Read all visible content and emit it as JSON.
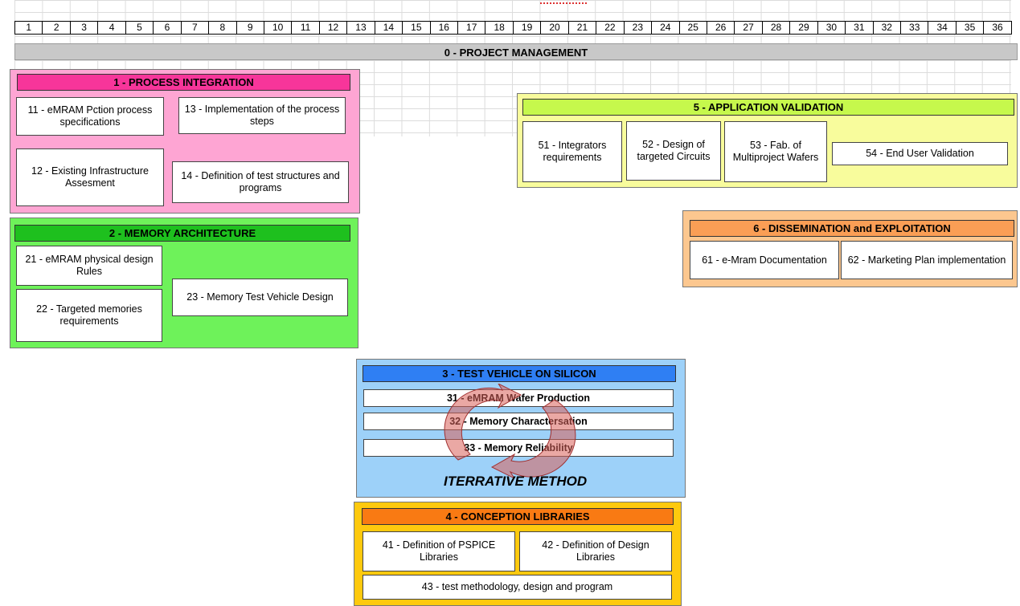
{
  "timeline": {
    "months": [
      "1",
      "2",
      "3",
      "4",
      "5",
      "6",
      "7",
      "8",
      "9",
      "10",
      "11",
      "12",
      "13",
      "14",
      "15",
      "16",
      "17",
      "18",
      "19",
      "20",
      "21",
      "22",
      "23",
      "24",
      "25",
      "26",
      "27",
      "28",
      "29",
      "30",
      "31",
      "32",
      "33",
      "34",
      "35",
      "36"
    ]
  },
  "wp0": {
    "title": "0 - PROJECT MANAGEMENT"
  },
  "wp1": {
    "title": "1 - PROCESS INTEGRATION",
    "colors": {
      "bg": "#fea5d3",
      "head": "#f7359a"
    },
    "tasks": {
      "t11": "11 - eMRAM Pction process specifications",
      "t12": "12 - Existing Infrastructure Assesment",
      "t13": "13 - Implementation of the process steps",
      "t14": "14 - Definition of test structures and programs"
    }
  },
  "wp2": {
    "title": "2 - MEMORY ARCHITECTURE",
    "colors": {
      "bg": "#6ef25a",
      "head": "#1ec01e"
    },
    "tasks": {
      "t21": "21 - eMRAM physical design Rules",
      "t22": "22 - Targeted memories requirements",
      "t23": "23 - Memory Test Vehicle Design"
    }
  },
  "wp3": {
    "title": "3 - TEST VEHICLE ON SILICON",
    "colors": {
      "bg": "#9dd1f9",
      "head": "#2f7ff3"
    },
    "tasks": {
      "t31": "31 - eMRAM Wafer Production",
      "t32": "32 - Memory Charactersation",
      "t33": "33 - Memory Reliability"
    },
    "method": "ITERRATIVE METHOD",
    "arrow_color": "#d9605a"
  },
  "wp4": {
    "title": "4 - CONCEPTION LIBRARIES",
    "colors": {
      "bg": "#fec90e",
      "head": "#f97a13"
    },
    "tasks": {
      "t41": "41 - Definition of PSPICE Libraries",
      "t42": "42 - Definition of Design Libraries",
      "t43": "43 - test methodology, design and program"
    }
  },
  "wp5": {
    "title": "5 - APPLICATION VALIDATION",
    "colors": {
      "bg": "#f8fc9c",
      "head": "#c6f84c"
    },
    "tasks": {
      "t51": "51 - Integrators requirements",
      "t52": "52 - Design of targeted Circuits",
      "t53": "53 - Fab. of Multiproject Wafers",
      "t54": "54 - End User Validation"
    }
  },
  "wp6": {
    "title": "6 - DISSEMINATION and EXPLOITATION",
    "colors": {
      "bg": "#fcc78f",
      "head": "#fa9e55"
    },
    "tasks": {
      "t61": "61 - e-Mram Documentation",
      "t62": "62 - Marketing Plan implementation"
    }
  }
}
